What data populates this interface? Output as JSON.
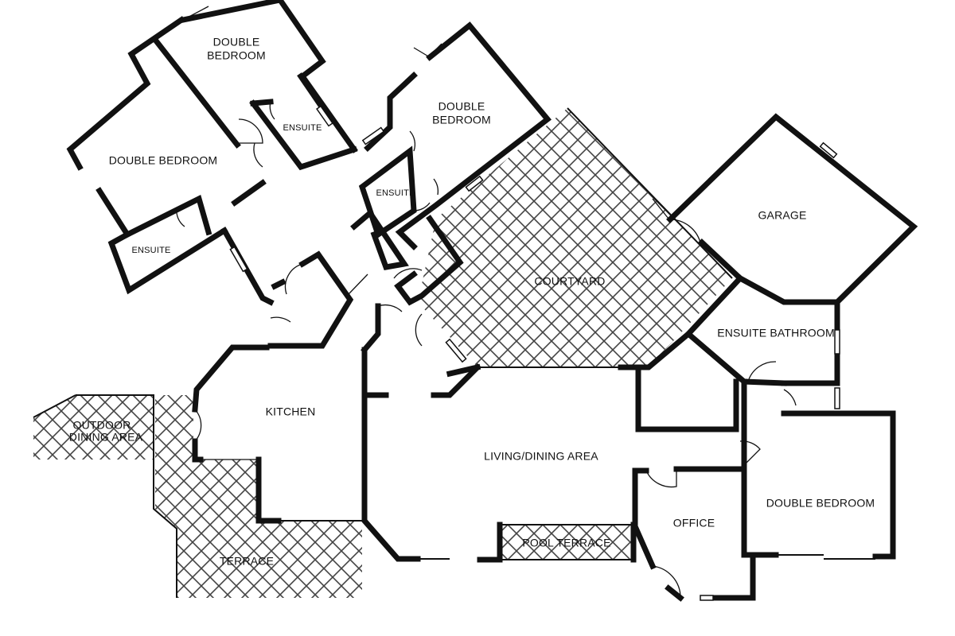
{
  "rooms": {
    "double_bedroom_top": {
      "line1": "DOUBLE",
      "line2": "BEDROOM"
    },
    "ensuite_top": "ENSUITE",
    "double_bedroom_left": "DOUBLE BEDROOM",
    "ensuite_left": "ENSUITE",
    "double_bedroom_mid": {
      "line1": "DOUBLE",
      "line2": "BEDROOM"
    },
    "ensuite_mid": "ENSUITE",
    "courtyard": "COURTYARD",
    "garage": "GARAGE",
    "ensuite_bathroom": "ENSUITE BATHROOM",
    "outdoor_dining": {
      "line1": "OUTDOOR",
      "line2": "DINING AREA"
    },
    "kitchen": "KITCHEN",
    "living_dining": "LIVING/DINING AREA",
    "double_bedroom_right": "DOUBLE BEDROOM",
    "office": "OFFICE",
    "pool_terrace": "POOL TERRACE",
    "terrace": "TERRACE"
  },
  "colors": {
    "wall": "#111111",
    "background": "#ffffff",
    "hatch": "#444444"
  }
}
